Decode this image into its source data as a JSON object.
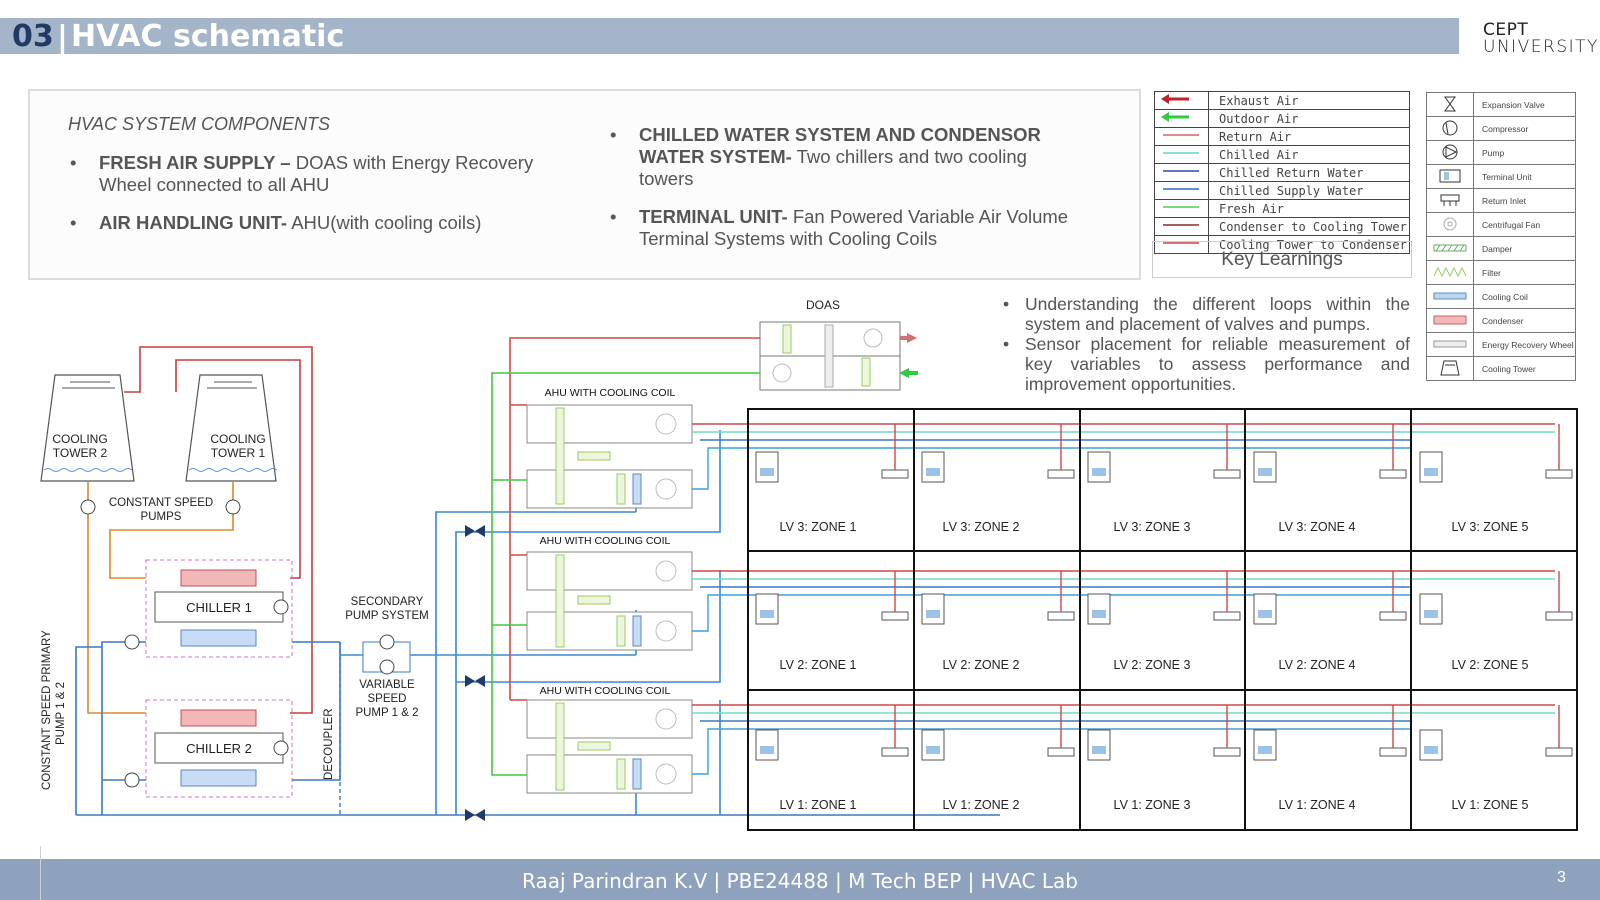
{
  "header": {
    "number": "03",
    "separator": "|",
    "title": "HVAC schematic"
  },
  "logo": {
    "line1": "CEPT",
    "line2": "UNIVERSITY"
  },
  "components": {
    "title": "HVAC SYSTEM COMPONENTS",
    "items": [
      {
        "bold": "FRESH AIR SUPPLY –",
        "text": " DOAS with Energy Recovery Wheel connected to all AHU"
      },
      {
        "bold": "AIR HANDLING UNIT-",
        "text": " AHU(with cooling coils)"
      },
      {
        "bold": "CHILLED WATER SYSTEM AND CONDENSOR WATER SYSTEM-",
        "text": " Two chillers and two cooling towers"
      },
      {
        "bold": "TERMINAL UNIT-",
        "text": " Fan Powered Variable Air Volume Terminal Systems with Cooling Coils"
      }
    ],
    "bullet": "•"
  },
  "line_legend": [
    {
      "label": "Exhaust Air",
      "color": "#c0212b",
      "arrow": "left"
    },
    {
      "label": "Outdoor Air",
      "color": "#2ecc40",
      "arrow": "left"
    },
    {
      "label": "Return Air",
      "color": "#e06060"
    },
    {
      "label": "Chilled Air",
      "color": "#5ed6d6"
    },
    {
      "label": "Chilled Return Water",
      "color": "#2f4fa0"
    },
    {
      "label": "Chilled Supply Water",
      "color": "#2f6fc0"
    },
    {
      "label": "Fresh Air",
      "color": "#4cd04c"
    },
    {
      "label": "Condenser to Cooling Tower",
      "color": "#8a2a2a"
    },
    {
      "label": "Cooling Tower to Condenser",
      "color": "#d04040"
    }
  ],
  "key_learnings": {
    "title": "Key Learnings",
    "items": [
      "Understanding the different loops within the system and placement of valves and pumps.",
      "Sensor placement for reliable measurement of key variables to assess performance and improvement opportunities."
    ]
  },
  "symbol_legend": [
    {
      "label": "Expansion Valve",
      "icon": "expansion-valve-icon"
    },
    {
      "label": "Compressor",
      "icon": "compressor-icon"
    },
    {
      "label": "Pump",
      "icon": "pump-icon"
    },
    {
      "label": "Terminal Unit",
      "icon": "terminal-unit-icon"
    },
    {
      "label": "Return Inlet",
      "icon": "return-inlet-icon"
    },
    {
      "label": "Centrifugal Fan",
      "icon": "centrifugal-fan-icon"
    },
    {
      "label": "Damper",
      "icon": "damper-icon"
    },
    {
      "label": "Filter",
      "icon": "filter-icon"
    },
    {
      "label": "Cooling Coil",
      "icon": "cooling-coil-icon"
    },
    {
      "label": "Condenser",
      "icon": "condenser-icon"
    },
    {
      "label": "Energy Recovery Wheel",
      "icon": "energy-recovery-wheel-icon"
    },
    {
      "label": "Cooling Tower",
      "icon": "cooling-tower-icon"
    }
  ],
  "schematic": {
    "cooling_tower_2": [
      "COOLING",
      "TOWER 2"
    ],
    "cooling_tower_1": [
      "COOLING",
      "TOWER 1"
    ],
    "constant_speed_pumps": [
      "CONSTANT SPEED",
      "PUMPS"
    ],
    "chiller_1": "CHILLER 1",
    "chiller_2": "CHILLER 2",
    "primary_pump": [
      "CONSTANT SPEED PRIMARY",
      "PUMP 1 & 2"
    ],
    "decoupler": "DECOUPLER",
    "secondary_pump": [
      "SECONDARY",
      "PUMP SYSTEM"
    ],
    "variable_speed_pump": [
      "VARIABLE",
      "SPEED",
      "PUMP 1 & 2"
    ],
    "doas": "DOAS",
    "ahu_label": "AHU WITH COOLING COIL",
    "zones": [
      [
        "LV 3: ZONE 1",
        "LV 3: ZONE 2",
        "LV 3: ZONE 3",
        "LV 3: ZONE 4",
        "LV 3: ZONE 5"
      ],
      [
        "LV 2: ZONE 1",
        "LV 2: ZONE 2",
        "LV 2: ZONE 3",
        "LV 2: ZONE 4",
        "LV 2: ZONE 5"
      ],
      [
        "LV 1: ZONE 1",
        "LV 1: ZONE 2",
        "LV 1: ZONE 3",
        "LV 1: ZONE 4",
        "LV 1: ZONE 5"
      ]
    ]
  },
  "footer": {
    "text": "Raaj Parindran K.V | PBE24488 | M Tech BEP | HVAC Lab",
    "page": "3"
  }
}
